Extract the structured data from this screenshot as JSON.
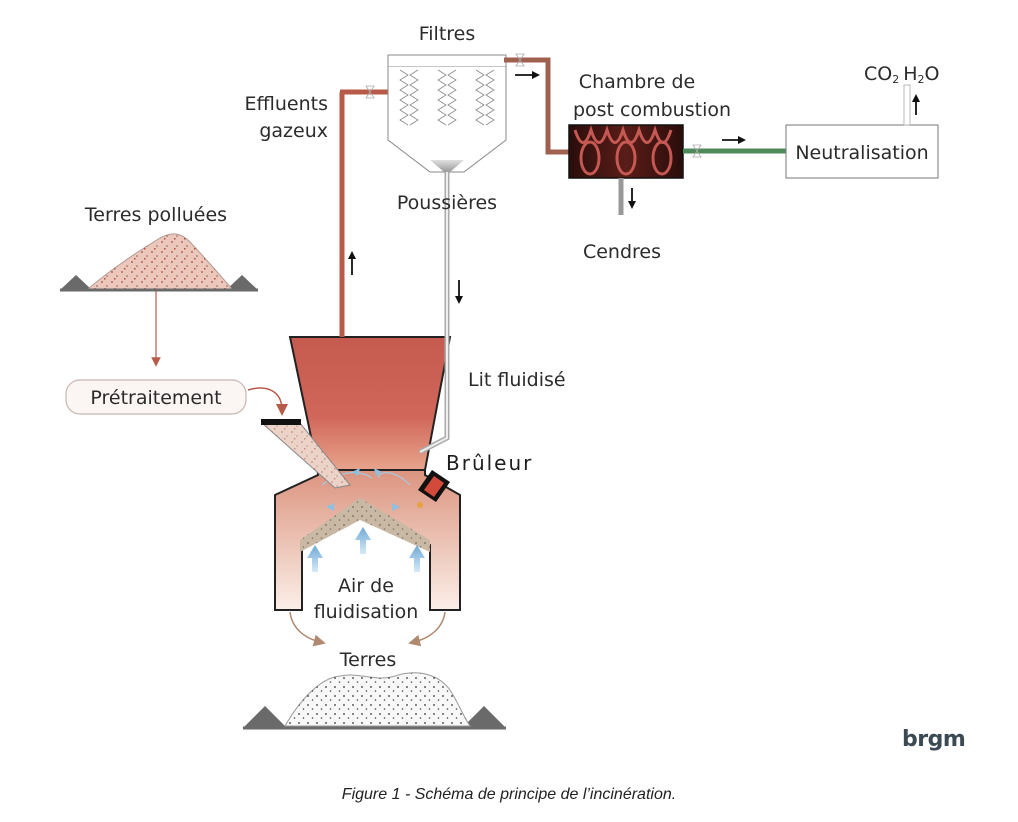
{
  "figure": {
    "caption": "Figure 1 - Schéma de principe de l’incinération.",
    "logo": "brgm"
  },
  "labels": {
    "filtres": "Filtres",
    "effluents_1": "Effluents",
    "effluents_2": "gazeux",
    "chambre_1": "Chambre de",
    "chambre_2": "post combustion",
    "co2": "CO",
    "co2_sub": "2",
    "h2o_h": "H",
    "h2o_sub": "2",
    "h2o_o": "O",
    "neutralisation": "Neutralisation",
    "terres_polluees": "Terres polluées",
    "poussieres": "Poussières",
    "cendres": "Cendres",
    "pretraitement": "Prétraitement",
    "lit_fluidise": "Lit fluidisé",
    "bruleur": "Brûleur",
    "air_1": "Air de",
    "air_2": "fluidisation",
    "terres": "Terres"
  },
  "colors": {
    "gas_pipe": "#b85a4a",
    "clean_pipe": "#4f8a5c",
    "dust_pipe": "#b8b8b8",
    "furnace": "#d06a5a",
    "chamber": "#3a1512",
    "air_arrow": "#8fc0e0",
    "ground": "#6a6a6a",
    "soil_polluted": "#ecc8bc",
    "logo": "#3b4a52"
  }
}
